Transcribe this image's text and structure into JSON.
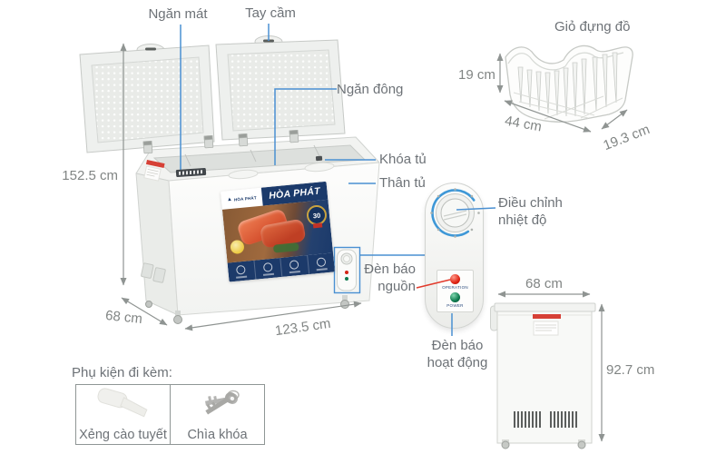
{
  "callouts": {
    "cool_compartment": "Ngăn mát",
    "handle": "Tay cầm",
    "freezer_compartment": "Ngăn đông",
    "lock": "Khóa tủ",
    "cabinet_body": "Thân tủ",
    "temperature_control": "Điều chỉnh nhiệt độ",
    "power_light": "Đèn báo nguồn",
    "operation_light": "Đèn báo hoạt động"
  },
  "dimensions": {
    "freezer_height": "152.5 cm",
    "freezer_depth": "68 cm",
    "freezer_width": "123.5 cm"
  },
  "basket": {
    "title": "Giỏ đựng đồ",
    "height": "19 cm",
    "width": "44 cm",
    "depth": "19.3 cm"
  },
  "side_view": {
    "width": "68 cm",
    "height": "92.7 cm"
  },
  "accessories": {
    "title": "Phụ kiện đi kèm:",
    "items": [
      {
        "label": "Xẻng cào tuyết"
      },
      {
        "label": "Chìa khóa"
      }
    ]
  },
  "branding": {
    "poster_brand": "HÒA PHÁT",
    "poster_logo_text": "HÒA PHÁT",
    "warranty_badge": "30"
  },
  "control_panel": {
    "led1_caption": "OPERATION",
    "led2_caption": "POWER"
  },
  "colors": {
    "callout_line": "#4a90d2",
    "alert_line": "#e23a2c",
    "dimension_line": "#8f9492",
    "dimension_text": "#818584",
    "label_text": "#6d7277",
    "brand_navy": "#1b3a6b",
    "led_red": "#e02414",
    "led_green": "#0d7a4e",
    "badge_gold": "#c9a23f",
    "sticker_red": "#d64036"
  }
}
